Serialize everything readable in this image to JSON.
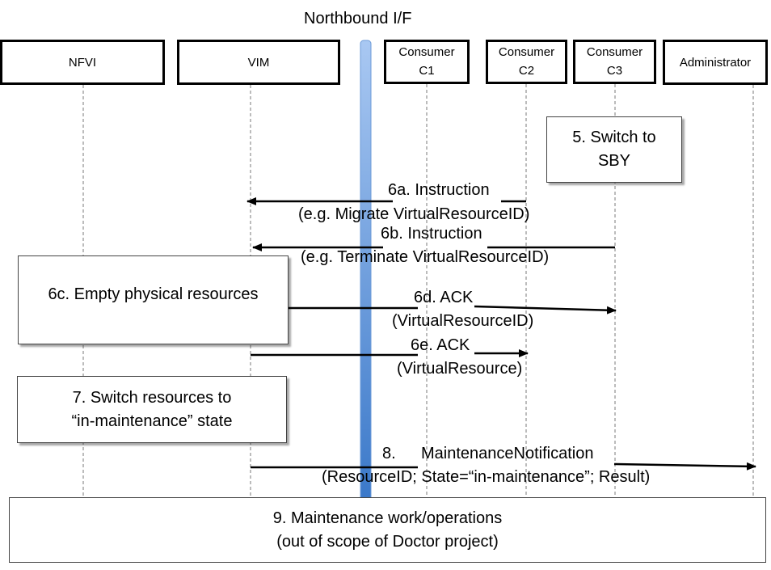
{
  "title": "Northbound I/F",
  "actors": {
    "nfvi": "NFVI",
    "vim": "VIM",
    "c1": [
      "Consumer",
      "C1"
    ],
    "c2": [
      "Consumer",
      "C2"
    ],
    "c3": [
      "Consumer",
      "C3"
    ],
    "admin": "Administrator"
  },
  "notes": {
    "switch_sby": [
      "5. Switch to",
      "SBY"
    ],
    "empty_resources": "6c. Empty physical resources",
    "switch_maintenance": [
      "7. Switch resources to",
      "“in-maintenance” state"
    ],
    "maintenance_work": [
      "9. Maintenance work/operations",
      "(out of scope of Doctor project)"
    ]
  },
  "messages": {
    "m6a": [
      "6a. Instruction",
      "(e.g. Migrate VirtualResourceID)"
    ],
    "m6b": [
      "6b. Instruction",
      "(e.g. Terminate VirtualResourceID)"
    ],
    "m6d": [
      "6d. ACK",
      "(VirtualResourceID)"
    ],
    "m6e": [
      "6e. ACK",
      "(VirtualResource)"
    ],
    "m8": [
      "8.",
      "MaintenanceNotification",
      "(ResourceID; State=“in-maintenance”; Result)"
    ]
  },
  "colors": {
    "bar_top": "#a9c8f2",
    "bar_bottom": "#3a78c9",
    "line": "#000000",
    "lifeline": "#7a7a7a"
  }
}
